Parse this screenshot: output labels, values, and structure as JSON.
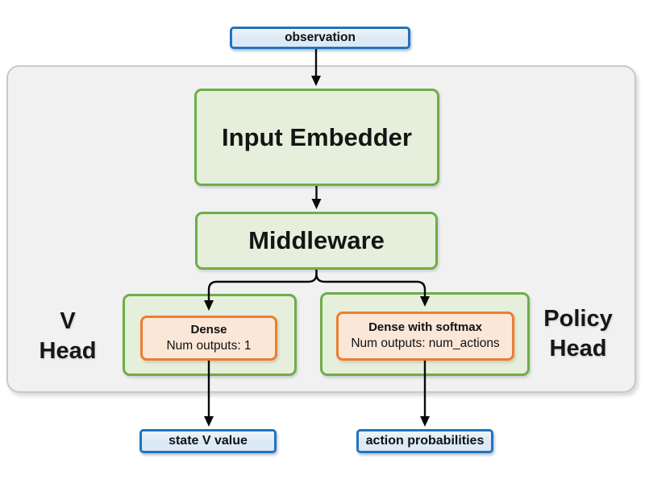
{
  "colors": {
    "blue_border": "#2273be",
    "blue_fill": "#dce9f6",
    "green_border": "#6fad49",
    "green_fill": "#e5efdb",
    "orange_border": "#ee7d31",
    "orange_fill": "#fbe7d7",
    "panel_fill": "#f1f1f1",
    "panel_border": "#c9c9c9",
    "arrow": "#0a0a0a"
  },
  "nodes": {
    "observation": "observation",
    "input_embedder": "Input Embedder",
    "middleware": "Middleware",
    "v_head": {
      "title_line1": "V",
      "title_line2": "Head",
      "layer_title": "Dense",
      "layer_detail": "Num outputs: 1",
      "output": "state V value"
    },
    "policy_head": {
      "title_line1": "Policy",
      "title_line2": "Head",
      "layer_title": "Dense with softmax",
      "layer_detail": "Num outputs: num_actions",
      "output": "action probabilities"
    }
  }
}
